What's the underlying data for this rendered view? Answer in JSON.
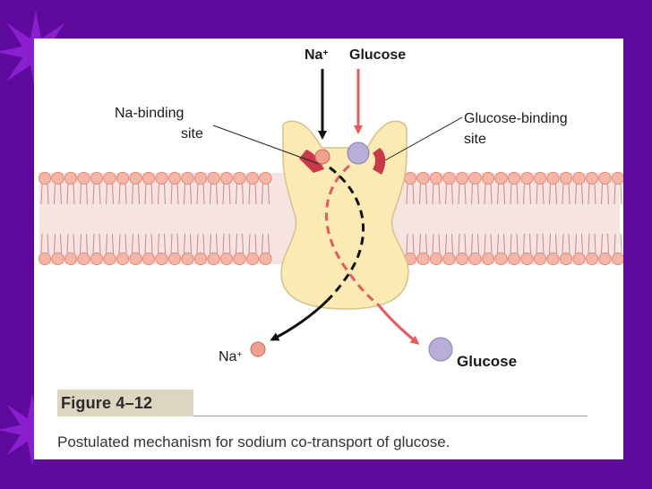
{
  "labels": {
    "na_top": "Na",
    "na_top_sup": "+",
    "glucose_top": "Glucose",
    "na_binding_line1": "Na-binding",
    "na_binding_line2": "site",
    "glucose_binding_line1": "Glucose-binding",
    "glucose_binding_line2": "site",
    "na_bottom": "Na",
    "na_bottom_sup": "+",
    "glucose_bottom": "Glucose"
  },
  "figure": {
    "title": "Figure 4–12",
    "caption": "Postulated mechanism for sodium co-transport of glucose."
  },
  "colors": {
    "slide_background": "#5e0a9c",
    "star": "#8a1fd0",
    "panel": "#ffffff",
    "membrane": "#f6e4e2",
    "lipid_head": "#f4b6a6",
    "protein": "#fbeab3",
    "binding_site": "#c83a48",
    "sodium_ion": "#f0a090",
    "glucose_molecule": "#b9aed8",
    "sodium_path": "#111111",
    "glucose_path": "#e45a5e"
  },
  "icons": [
    "star-decoration"
  ]
}
